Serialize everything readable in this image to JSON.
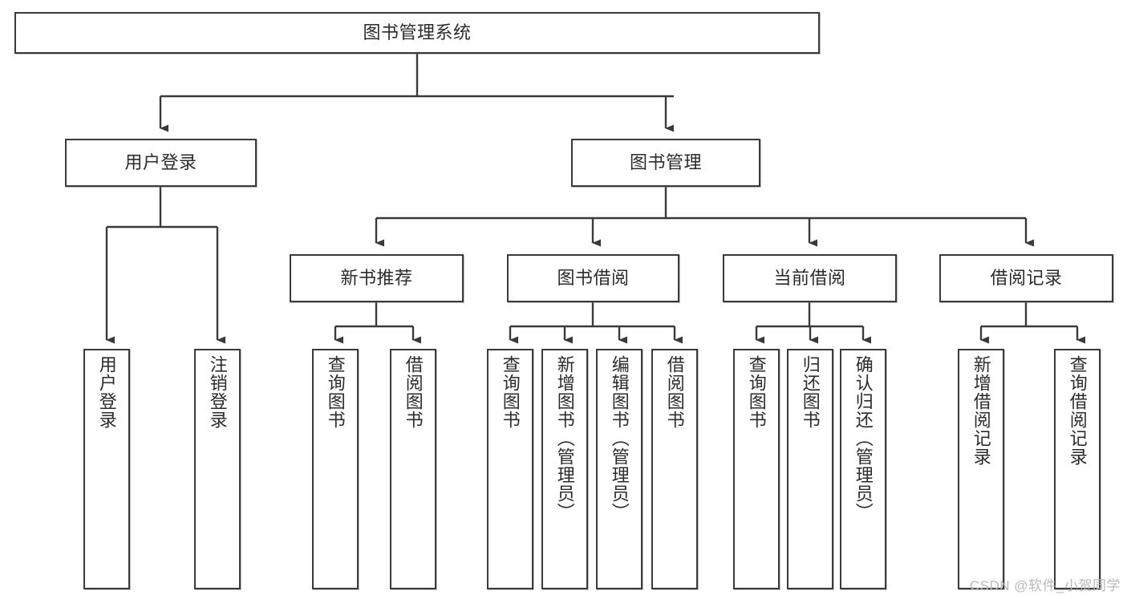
{
  "diagram": {
    "title": "图书管理系统",
    "type": "tree",
    "watermark": "CSDN @软件_小贺同学",
    "nodes": {
      "root": {
        "label": "图书管理系统",
        "level": 0
      },
      "level1": [
        {
          "id": "user-login",
          "label": "用户登录"
        },
        {
          "id": "book-manage",
          "label": "图书管理"
        }
      ],
      "level2": [
        {
          "id": "new-book-recommend",
          "label": "新书推荐",
          "parent": "book-manage"
        },
        {
          "id": "book-borrow",
          "label": "图书借阅",
          "parent": "book-manage"
        },
        {
          "id": "current-borrow",
          "label": "当前借阅",
          "parent": "book-manage"
        },
        {
          "id": "borrow-record",
          "label": "借阅记录",
          "parent": "book-manage"
        }
      ],
      "leaves": [
        {
          "id": "leaf-user-login",
          "label": "用户登录",
          "parent": "user-login"
        },
        {
          "id": "leaf-logout-login",
          "label": "注销登录",
          "parent": "user-login"
        },
        {
          "id": "leaf-query-book-1",
          "label": "查询图书",
          "parent": "new-book-recommend"
        },
        {
          "id": "leaf-borrow-book-1",
          "label": "借阅图书",
          "parent": "new-book-recommend"
        },
        {
          "id": "leaf-query-book-2",
          "label": "查询图书",
          "parent": "book-borrow"
        },
        {
          "id": "leaf-add-book",
          "label": "新增图书（管理员）",
          "parent": "book-borrow"
        },
        {
          "id": "leaf-edit-book",
          "label": "编辑图书（管理员）",
          "parent": "book-borrow"
        },
        {
          "id": "leaf-borrow-book-2",
          "label": "借阅图书",
          "parent": "book-borrow"
        },
        {
          "id": "leaf-query-book-3",
          "label": "查询图书",
          "parent": "current-borrow"
        },
        {
          "id": "leaf-return-book",
          "label": "归还图书",
          "parent": "current-borrow"
        },
        {
          "id": "leaf-confirm-return",
          "label": "确认归还（管理员）",
          "parent": "current-borrow"
        },
        {
          "id": "leaf-add-record",
          "label": "新增借阅记录",
          "parent": "borrow-record"
        },
        {
          "id": "leaf-query-record",
          "label": "查询借阅记录",
          "parent": "borrow-record"
        }
      ]
    },
    "colors": {
      "node_border": "#3a3a3a",
      "node_fill": "#ffffff",
      "edge": "#3a3a3a",
      "text": "#2b2b2b",
      "watermark": "#b9b9b9"
    }
  }
}
